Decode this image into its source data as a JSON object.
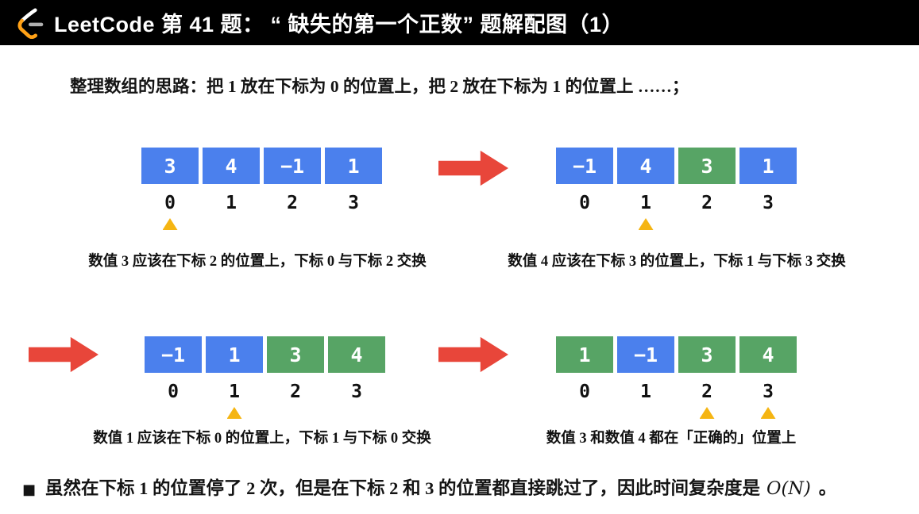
{
  "colors": {
    "header_bg": "#000000",
    "title_text": "#ffffff",
    "body_text": "#141414",
    "cell_blue": "#4b80ed",
    "cell_green": "#57a465",
    "cell_text": "#ffffff",
    "arrow_red": "#e8463a",
    "pointer_yellow": "#f5b513",
    "logo_orange": "#ffa116",
    "logo_gray": "#b0b0b0",
    "logo_white": "#ffffff"
  },
  "header": {
    "title": "LeetCode 第 41 题： “ 缺失的第一个正数” 题解配图（1）"
  },
  "intro": "整理数组的思路：把 1 放在下标为 0 的位置上，把 2 放在下标为 1 的位置上 ……；",
  "arrays": [
    {
      "step": 1,
      "cells": [
        {
          "value": "3",
          "color": "blue"
        },
        {
          "value": "4",
          "color": "blue"
        },
        {
          "value": "−1",
          "color": "blue"
        },
        {
          "value": "1",
          "color": "blue"
        }
      ],
      "indices": [
        "0",
        "1",
        "2",
        "3"
      ],
      "pointer_indices": [
        0
      ],
      "caption": "数值 3 应该在下标 2 的位置上，下标 0 与下标 2 交换"
    },
    {
      "step": 2,
      "cells": [
        {
          "value": "−1",
          "color": "blue"
        },
        {
          "value": "4",
          "color": "blue"
        },
        {
          "value": "3",
          "color": "green"
        },
        {
          "value": "1",
          "color": "blue"
        }
      ],
      "indices": [
        "0",
        "1",
        "2",
        "3"
      ],
      "pointer_indices": [
        1
      ],
      "caption": "数值 4 应该在下标 3 的位置上，下标 1 与下标 3 交换"
    },
    {
      "step": 3,
      "cells": [
        {
          "value": "−1",
          "color": "blue"
        },
        {
          "value": "1",
          "color": "blue"
        },
        {
          "value": "3",
          "color": "green"
        },
        {
          "value": "4",
          "color": "green"
        }
      ],
      "indices": [
        "0",
        "1",
        "2",
        "3"
      ],
      "pointer_indices": [
        1
      ],
      "caption": "数值 1 应该在下标 0 的位置上，下标 1 与下标 0 交换"
    },
    {
      "step": 4,
      "cells": [
        {
          "value": "1",
          "color": "green"
        },
        {
          "value": "−1",
          "color": "blue"
        },
        {
          "value": "3",
          "color": "green"
        },
        {
          "value": "4",
          "color": "green"
        }
      ],
      "indices": [
        "0",
        "1",
        "2",
        "3"
      ],
      "pointer_indices": [
        2,
        3
      ],
      "caption": "数值 3 和数值 4 都在「正确的」位置上"
    }
  ],
  "footer": {
    "bullet": "■",
    "text": "虽然在下标 1 的位置停了 2 次，但是在下标 2 和 3 的位置都直接跳过了，因此时间复杂度是",
    "formula": "O(N)",
    "suffix": "。"
  }
}
